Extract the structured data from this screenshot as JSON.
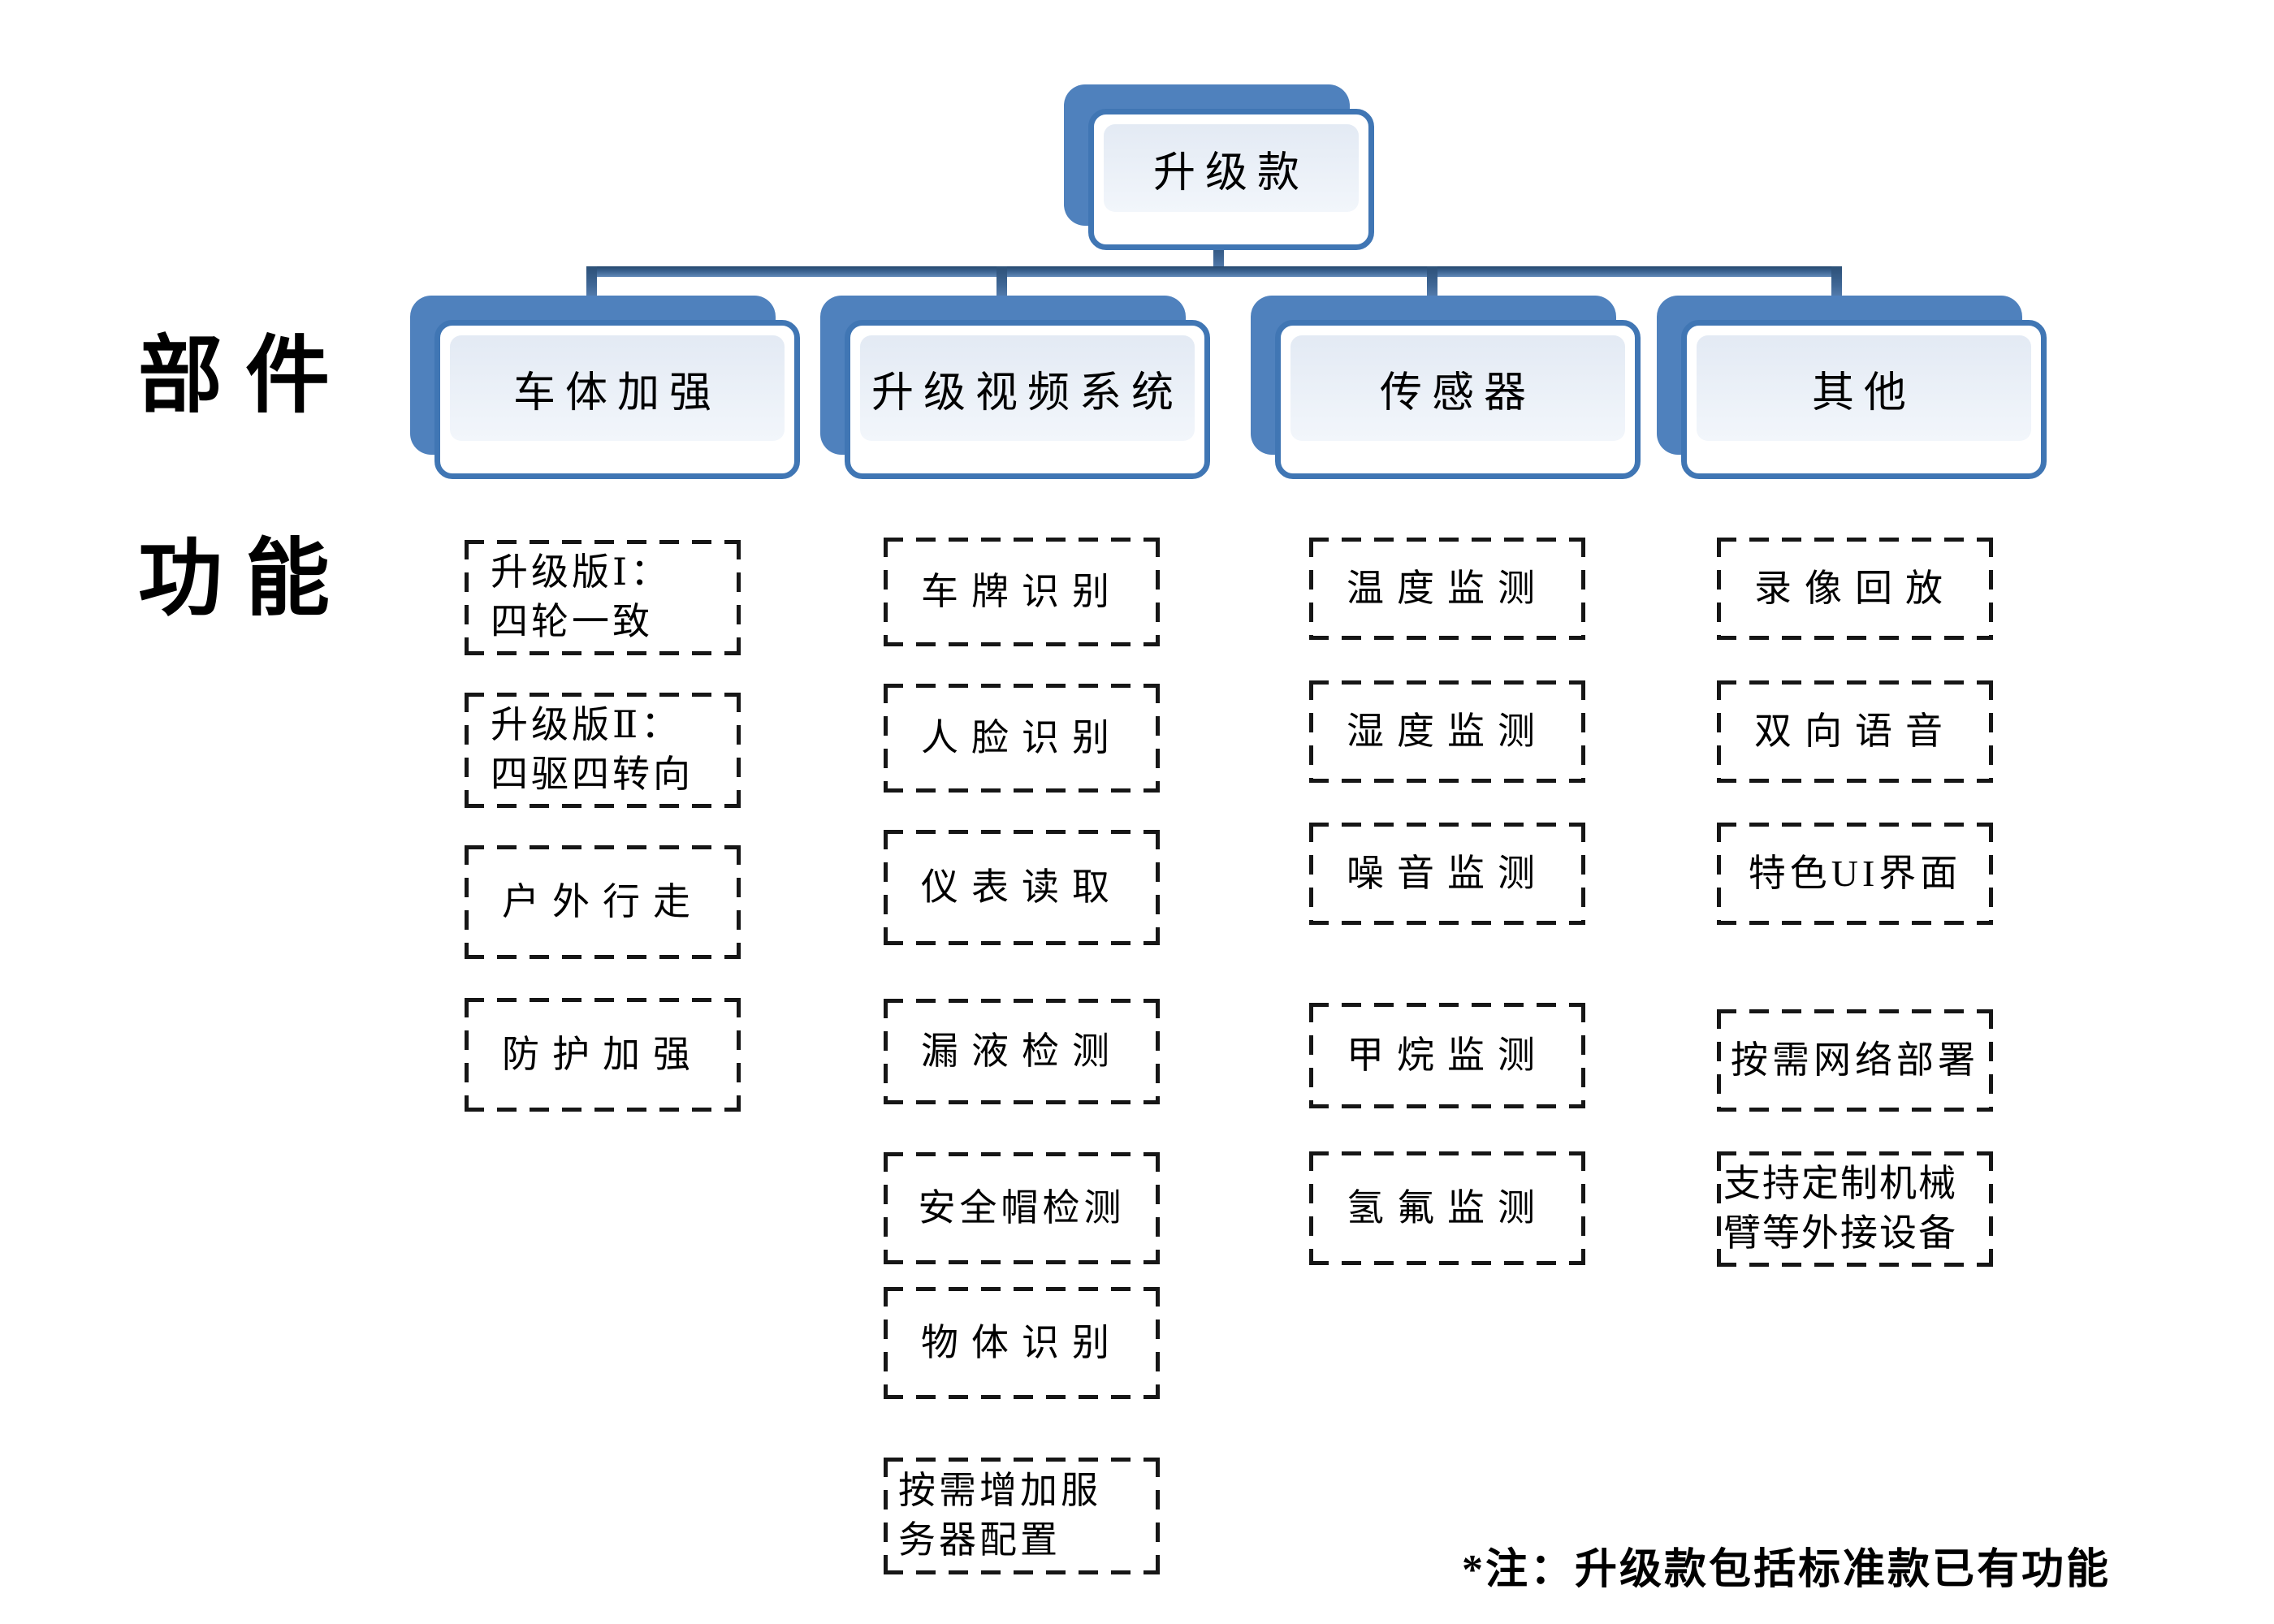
{
  "colors": {
    "node_fill": "#4f81bd",
    "node_border": "#4076b4",
    "panel_top": "#e3eaf4",
    "panel_bottom": "#f2f6fb",
    "connector": "#3a618f",
    "dash": "#161616",
    "text": "#000000"
  },
  "row_labels": {
    "components": "部件",
    "functions": "功能"
  },
  "root": {
    "label": "升级款"
  },
  "branches": [
    {
      "label": "车体加强",
      "items": [
        {
          "label": "升级版Ⅰ：\n四轮一致"
        },
        {
          "label": "升级版Ⅱ：\n四驱四转向"
        },
        {
          "label": "户外行走"
        },
        {
          "label": "防护加强"
        }
      ]
    },
    {
      "label": "升级视频系统",
      "items": [
        {
          "label": "车牌识别"
        },
        {
          "label": "人脸识别"
        },
        {
          "label": "仪表读取"
        },
        {
          "label": "漏液检测"
        },
        {
          "label": "安全帽检测"
        },
        {
          "label": "物体识别"
        },
        {
          "label": "按需增加服\n务器配置"
        }
      ]
    },
    {
      "label": "传感器",
      "items": [
        {
          "label": "温度监测"
        },
        {
          "label": "湿度监测"
        },
        {
          "label": "噪音监测"
        },
        {
          "label": "甲烷监测"
        },
        {
          "label": "氢氟监测"
        }
      ]
    },
    {
      "label": "其他",
      "items": [
        {
          "label": "录像回放"
        },
        {
          "label": "双向语音"
        },
        {
          "label": "特色UI界面"
        },
        {
          "label": "按需网络部署"
        },
        {
          "label": "支持定制机械\n臂等外接设备"
        }
      ]
    }
  ],
  "footnote": "*注：升级款包括标准款已有功能"
}
